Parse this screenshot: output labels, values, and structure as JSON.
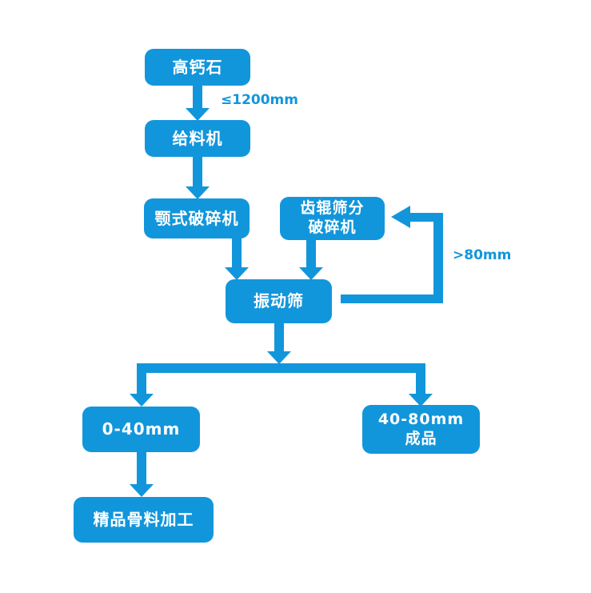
{
  "diagram": {
    "accent_color": "#1296db",
    "nodes": {
      "source": {
        "label": "高钙石"
      },
      "feeder": {
        "label": "给料机"
      },
      "jaw_crusher": {
        "label": "颚式破碎机"
      },
      "roller_crusher": {
        "line1": "齿辊筛分",
        "line2": "破碎机"
      },
      "vibrating_screen": {
        "label": "振动筛"
      },
      "out_0_40": {
        "label": "0-40mm"
      },
      "out_40_80": {
        "line1": "40-80mm",
        "line2": "成品"
      },
      "premium": {
        "label": "精品骨料加工"
      }
    },
    "edge_labels": {
      "feed_size": "≤1200mm",
      "oversize": ">80mm"
    }
  }
}
